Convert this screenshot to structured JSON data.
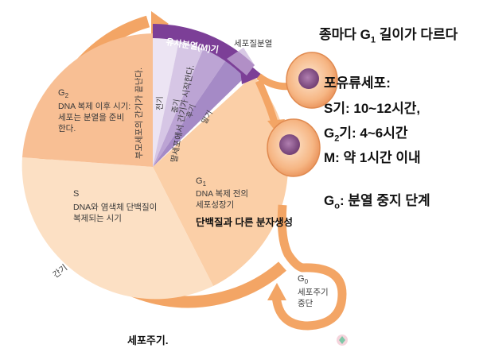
{
  "colors": {
    "phase_g1": "#fbcfa7",
    "phase_s": "#fce0c4",
    "phase_g2": "#f8bf94",
    "arrow_orange": "#f3a565",
    "mitosis_dark": "#7c3f97",
    "mitosis_light": "#e4dbee"
  },
  "diagram": {
    "g1": {
      "symbol": "G",
      "subscript": "1",
      "desc_line1": "DNA 복제 전의",
      "desc_line2": "세포성장기"
    },
    "s": {
      "symbol": "S",
      "desc_line1": "DNA와 염색체 단백질이",
      "desc_line2": "복제되는 시기"
    },
    "g2": {
      "symbol": "G",
      "subscript": "2",
      "desc_line1": "DNA 복제 이후 시기:",
      "desc_line2": "세포는 분열을 준비",
      "desc_line3": "한다."
    },
    "g0": {
      "symbol": "G",
      "subscript": "0",
      "desc_line1": "세포주기",
      "desc_line2": "중단"
    },
    "mitosis_label": "유사분열(M)기",
    "cytokinesis_label": "세포질분열",
    "interphase_label": "간기",
    "mitosis_subphases": [
      "전기",
      "중기",
      "후기",
      "말기"
    ],
    "g2_end_label": "부모세포의 간기가 끝난다.",
    "g1_start_label": "딸세포에서 간기가 시작한다.",
    "protein_synthesis_label": "단백질과 다른 분자생성",
    "caption": "세포주기."
  },
  "right_panel": {
    "title_prefix": "종마다 G",
    "title_sub": "1",
    "title_suffix": " 길이가 다르다",
    "mammal_heading": "포유류세포:",
    "s_line": "S기: 10~12시간,",
    "g2_prefix": "G",
    "g2_sub": "2",
    "g2_suffix": "기: 4~6시간",
    "m_line": "M: 약 1시간 이내",
    "g0_prefix": "G",
    "g0_sub": "o",
    "g0_suffix": ": 분열 중지 단계"
  }
}
